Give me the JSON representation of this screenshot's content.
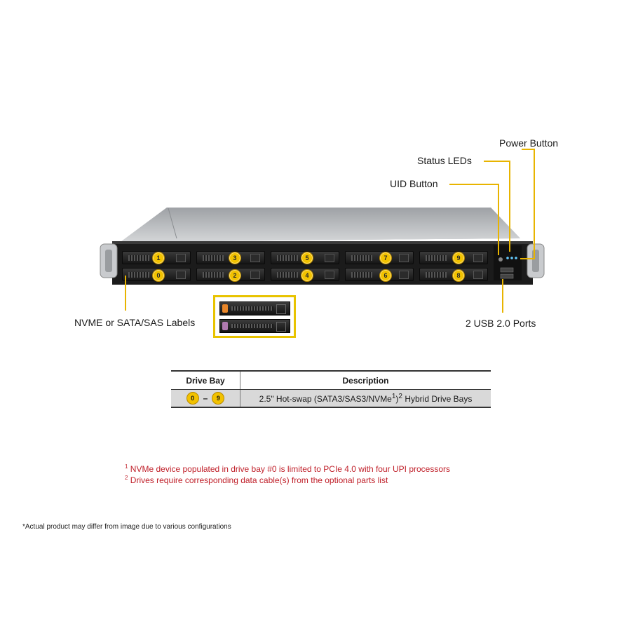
{
  "callouts": {
    "power_button": "Power Button",
    "status_leds": "Status LEDs",
    "uid_button": "UID Button",
    "nvme_labels": "NVME or SATA/SAS Labels",
    "usb_ports": "2 USB 2.0 Ports"
  },
  "bays": {
    "top_row": [
      "1",
      "3",
      "5",
      "7",
      "9"
    ],
    "bottom_row": [
      "0",
      "2",
      "4",
      "6",
      "8"
    ]
  },
  "table": {
    "headers": [
      "Drive Bay",
      "Description"
    ],
    "row": {
      "range_start": "0",
      "range_dash": "–",
      "range_end": "9",
      "description_pre": "2.5\" Hot-swap (SATA3/SAS3/NVMe",
      "sup1": "1",
      "description_mid": ")",
      "sup2": "2",
      "description_post": " Hybrid Drive Bays"
    }
  },
  "footnotes": [
    {
      "mark": "1",
      "text": "NVMe device populated in drive bay #0 is limited to PCIe 4.0 with four UPI processors"
    },
    {
      "mark": "2",
      "text": "Drives require corresponding data cable(s) from the optional parts list"
    }
  ],
  "disclaimer": "*Actual product may differ from image due to various configurations",
  "colors": {
    "callout_line": "#e8b400",
    "badge": "#f2c200",
    "footnote": "#c0202a",
    "table_row": "#d9d9d9"
  }
}
